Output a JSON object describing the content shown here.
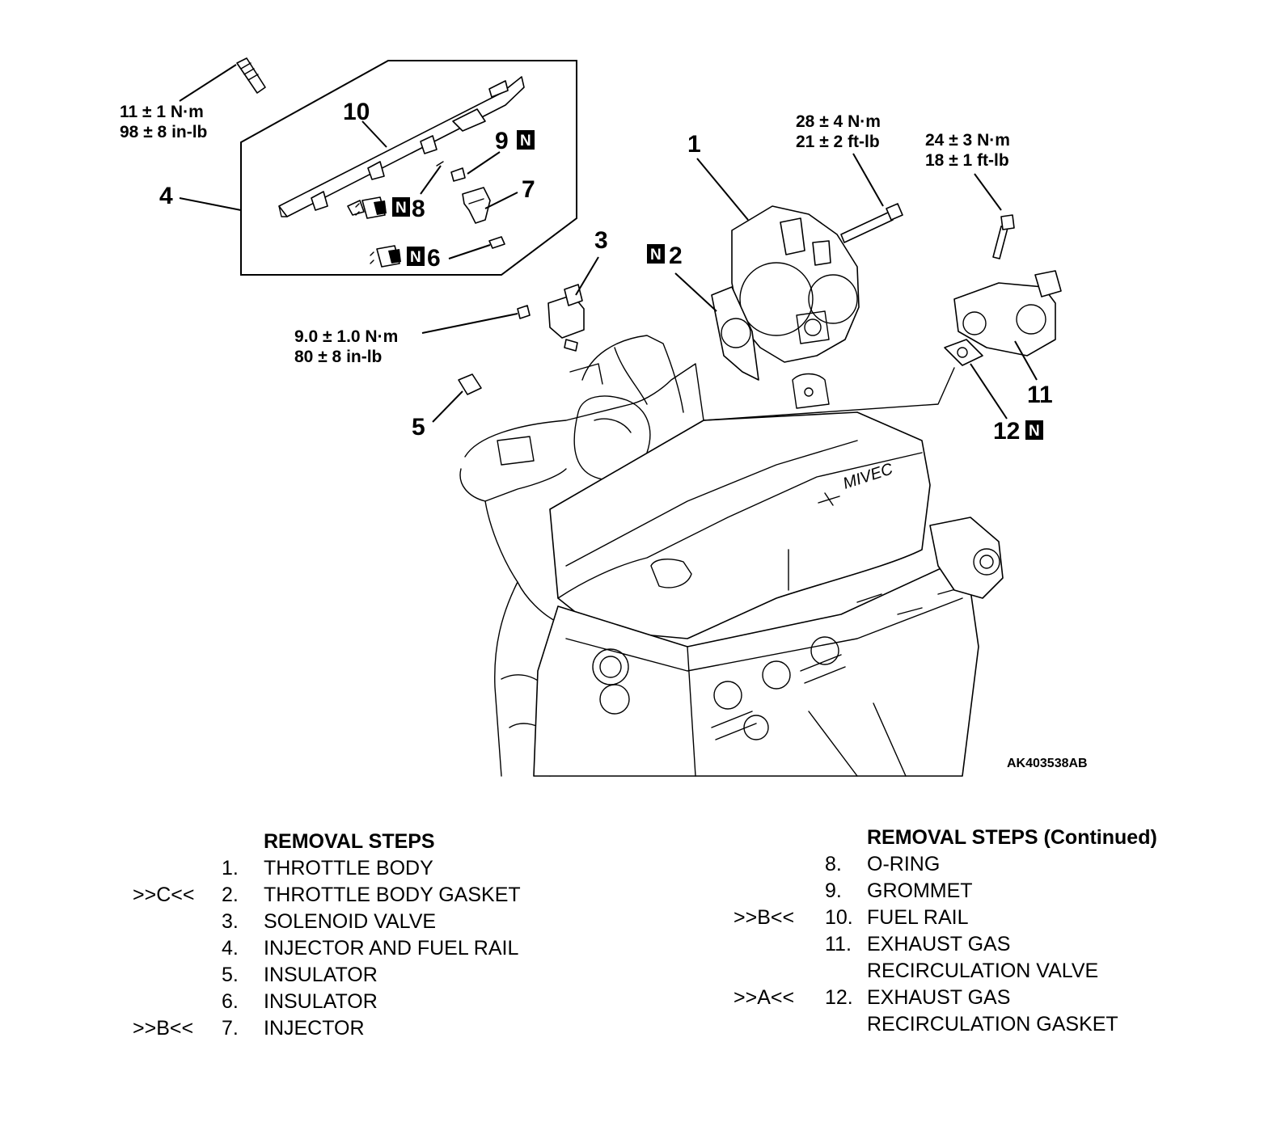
{
  "figure_code": "AK403538AB",
  "part_labels": [
    "1",
    "2",
    "3",
    "4",
    "5",
    "6",
    "7",
    "8",
    "9",
    "10",
    "11",
    "12"
  ],
  "new_part_marker": "N",
  "torque_specs": {
    "fuel_rail_bolt": [
      "11 ± 1 N·m",
      "98 ± 8 in-lb"
    ],
    "throttle_body_bolt": [
      "28 ± 4 N·m",
      "21 ± 2 ft-lb"
    ],
    "egr_valve_bolt": [
      "24 ± 3 N·m",
      "18 ± 1 ft-lb"
    ],
    "solenoid_valve_bolt": [
      "9.0 ± 1.0 N·m",
      "80 ± 8 in-lb"
    ]
  },
  "valve_cover_text": "MIVEC",
  "steps_left": {
    "title": "REMOVAL STEPS",
    "rows": [
      {
        "ref": "",
        "num": "1.",
        "text": "THROTTLE BODY"
      },
      {
        "ref": ">>C<<",
        "num": "2.",
        "text": "THROTTLE BODY GASKET"
      },
      {
        "ref": "",
        "num": "3.",
        "text": "SOLENOID VALVE"
      },
      {
        "ref": "",
        "num": "4.",
        "text": "INJECTOR AND FUEL RAIL"
      },
      {
        "ref": "",
        "num": "5.",
        "text": "INSULATOR"
      },
      {
        "ref": "",
        "num": "6.",
        "text": "INSULATOR"
      },
      {
        "ref": ">>B<<",
        "num": "7.",
        "text": "INJECTOR"
      }
    ]
  },
  "steps_right": {
    "title": "REMOVAL STEPS (Continued)",
    "rows": [
      {
        "ref": "",
        "num": "8.",
        "text": "O-RING"
      },
      {
        "ref": "",
        "num": "9.",
        "text": "GROMMET"
      },
      {
        "ref": ">>B<<",
        "num": "10.",
        "text": "FUEL RAIL"
      },
      {
        "ref": "",
        "num": "11.",
        "text": "EXHAUST GAS"
      },
      {
        "ref": "",
        "num": "",
        "text": "RECIRCULATION VALVE"
      },
      {
        "ref": ">>A<<",
        "num": "12.",
        "text": "EXHAUST GAS"
      },
      {
        "ref": "",
        "num": "",
        "text": "RECIRCULATION GASKET"
      }
    ]
  }
}
